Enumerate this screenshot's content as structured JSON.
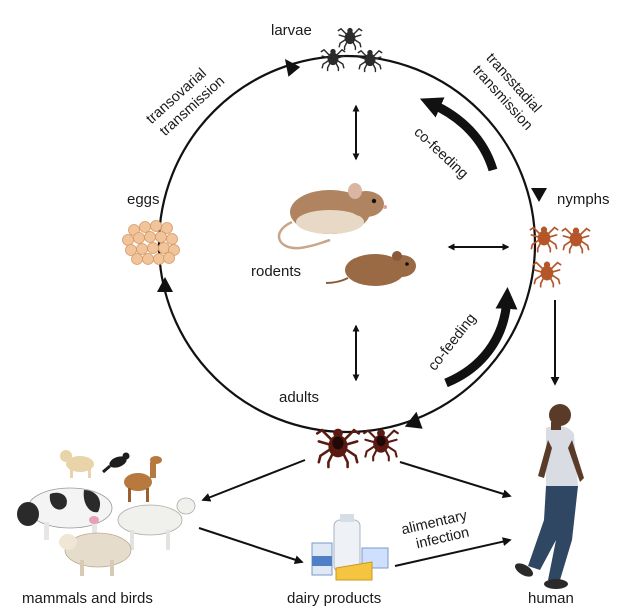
{
  "labels": {
    "larvae": "larvae",
    "eggs": "eggs",
    "nymphs": "nymphs",
    "adults": "adults",
    "rodents": "rodents",
    "mammals_and_birds": "mammals and birds",
    "dairy_products": "dairy products",
    "human": "human"
  },
  "arrow_labels": {
    "transovarial_1": "transovarial",
    "transovarial_2": "transmission",
    "transstadial_1": "transstadial",
    "transstadial_2": "transmission",
    "cofeeding_top": "co-feeding",
    "cofeeding_bottom": "co-feeding",
    "alimentary_1": "alimentary",
    "alimentary_2": "infection"
  },
  "colors": {
    "tick_dark": "#2b2b2b",
    "tick_rust": "#b4562a",
    "tick_adult": "#5a1a12",
    "egg": "#f2c49a",
    "rodent": "#a5774e",
    "arrow": "#111111",
    "human_shirt": "#d9dde3",
    "human_jeans": "#2f4763"
  }
}
